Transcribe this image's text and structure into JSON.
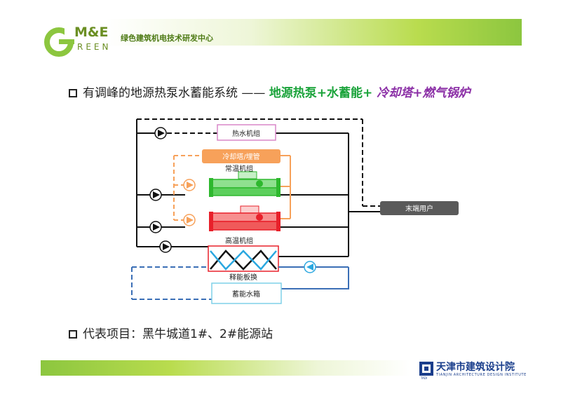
{
  "header": {
    "logo_me": "M&E",
    "logo_green": "REEN",
    "org_name": "绿色建筑机电技术研发中心"
  },
  "headline": {
    "prefix": "有调峰的地源热泵水蓄能系统 —— ",
    "green_part": "地源热泵+水蓄能+ ",
    "purple_part": "冷却塔+燃气锅炉"
  },
  "diagram": {
    "heat_pump_unit": "热水机组",
    "cooling_tower": "冷却塔/埋管",
    "normal_temp_unit": "常温机组",
    "high_temp_unit": "高温机组",
    "end_user": "末端用户",
    "release_exchanger": "释能板换",
    "storage_tank": "蓄能水箱"
  },
  "project": "代表项目：黑牛城道1#、2#能源站",
  "footer": {
    "company_cn": "天津市建筑设计院",
    "company_en": "TIANJIN ARCHITECTURE DESIGN INSTITUTE",
    "company_tag": "TADI"
  },
  "colors": {
    "green_accent": "#8cc63f",
    "orange": "#f7a15a",
    "red": "#e8202a",
    "green_unit": "#3cc33c",
    "blue_dashed": "#3b6fb6",
    "cyan": "#2aa7e0",
    "dark_gray": "#5a5a5a"
  }
}
